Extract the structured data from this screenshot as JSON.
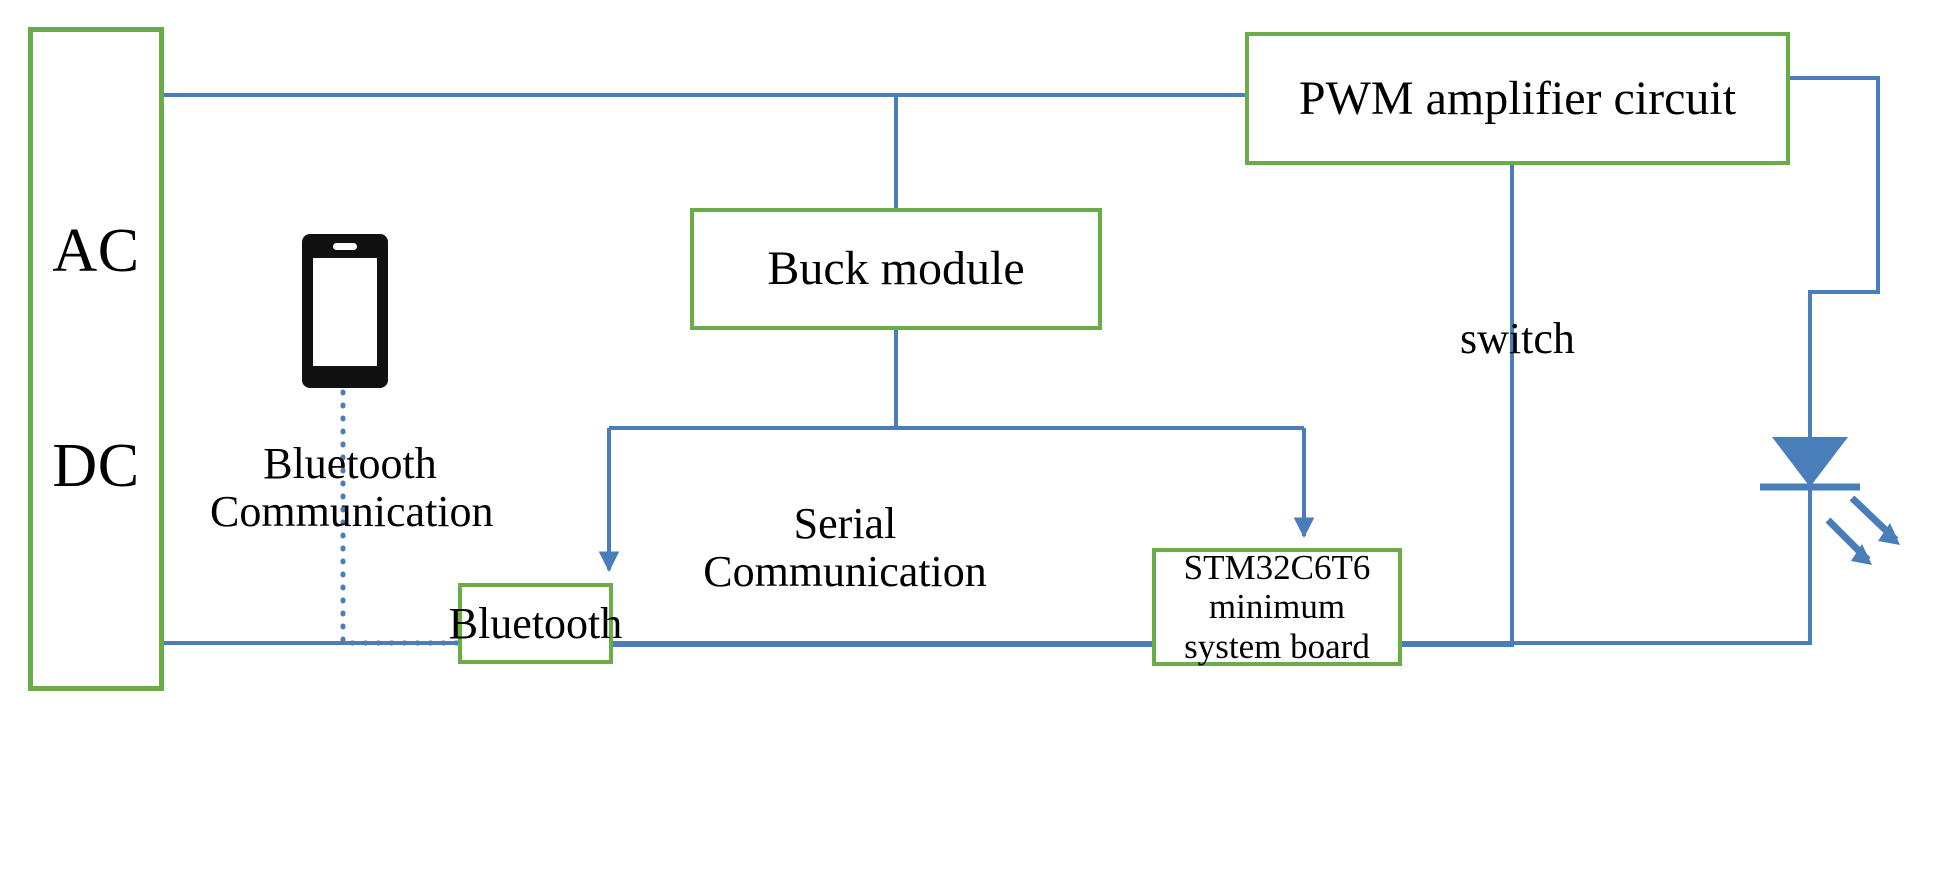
{
  "diagram": {
    "title": "LED driver system block diagram",
    "colors": {
      "box_border": "#6aad46",
      "wire": "#4a7ebb",
      "text": "#000000",
      "background": "#ffffff",
      "icon_black": "#111111"
    },
    "nodes": [
      {
        "id": "acdc",
        "label": "AC\nDC",
        "shape": "rect",
        "note": "AC to DC converter block with downward arrow"
      },
      {
        "id": "buck",
        "label": "Buck module",
        "shape": "rect"
      },
      {
        "id": "pwm",
        "label": "PWM amplifier circuit",
        "shape": "rect"
      },
      {
        "id": "bluetooth",
        "label": "Bluetooth",
        "shape": "rect"
      },
      {
        "id": "stm32",
        "label": "STM32C6T6\nminimum\nsystem board",
        "shape": "rect"
      },
      {
        "id": "led",
        "label": "",
        "shape": "led-diode"
      },
      {
        "id": "phone",
        "label": "",
        "shape": "smartphone-icon"
      }
    ],
    "node_text": {
      "acdc_top": "AC",
      "acdc_bottom": "DC",
      "buck": "Buck module",
      "pwm": "PWM amplifier circuit",
      "bluetooth": "Bluetooth",
      "stm32": "STM32C6T6\nminimum\nsystem board"
    },
    "edge_labels": {
      "bluetooth_communication": "Bluetooth\nCommunication",
      "serial_communication": "Serial\nCommunication",
      "switch": "switch"
    },
    "edges": [
      {
        "from": "acdc",
        "to": "pwm",
        "style": "solid",
        "arrow": "none"
      },
      {
        "from": "acdc",
        "to": "buck",
        "style": "solid",
        "arrow": "none"
      },
      {
        "from": "buck",
        "to": "bluetooth",
        "style": "solid",
        "arrow": "down"
      },
      {
        "from": "buck",
        "to": "stm32",
        "style": "solid",
        "arrow": "down"
      },
      {
        "from": "bluetooth",
        "to": "stm32",
        "style": "solid",
        "arrow": "none",
        "label": "Serial\nCommunication"
      },
      {
        "from": "phone",
        "to": "bluetooth",
        "style": "dotted",
        "arrow": "none",
        "label": "Bluetooth\nCommunication"
      },
      {
        "from": "stm32",
        "to": "pwm",
        "style": "solid",
        "arrow": "up",
        "label": "switch"
      },
      {
        "from": "pwm",
        "to": "led",
        "style": "solid",
        "arrow": "none"
      },
      {
        "from": "led",
        "to": "acdc",
        "style": "solid",
        "arrow": "none",
        "note": "return ground rail along the bottom"
      }
    ]
  }
}
